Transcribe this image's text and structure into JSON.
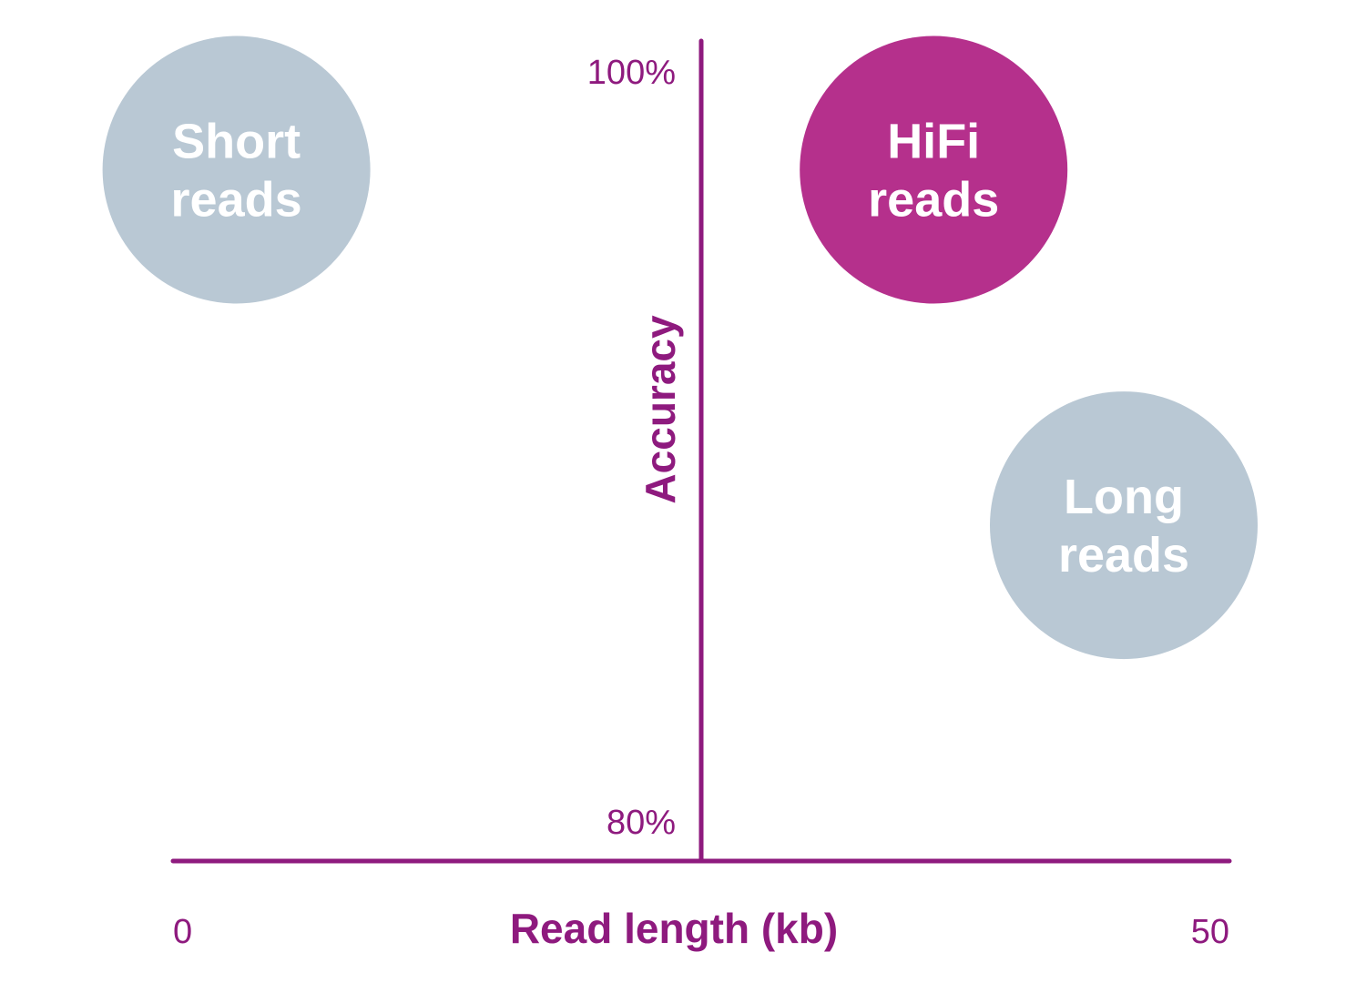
{
  "chart_data": {
    "type": "scatter",
    "title": "",
    "xlabel": "Read length (kb)",
    "ylabel": "Accuracy",
    "xlim": [
      0,
      50
    ],
    "ylim": [
      80,
      100
    ],
    "x_tick_labels": [
      "0",
      "50"
    ],
    "y_tick_labels": [
      "100%",
      "80%"
    ],
    "grid": false,
    "legend": "none",
    "colors": {
      "axis": "#8e1a7e",
      "highlight": "#b5308c",
      "muted": "#b9c8d4",
      "label": "#ffffff"
    },
    "series": [
      {
        "label_lines": [
          "Short",
          "reads"
        ],
        "x": 3,
        "y": 97.5,
        "color": "#b9c8d4"
      },
      {
        "label_lines": [
          "HiFi",
          "reads"
        ],
        "x": 36,
        "y": 97.5,
        "color": "#b5308c"
      },
      {
        "label_lines": [
          "Long",
          "reads"
        ],
        "x": 45,
        "y": 88.5,
        "color": "#b9c8d4"
      }
    ]
  }
}
